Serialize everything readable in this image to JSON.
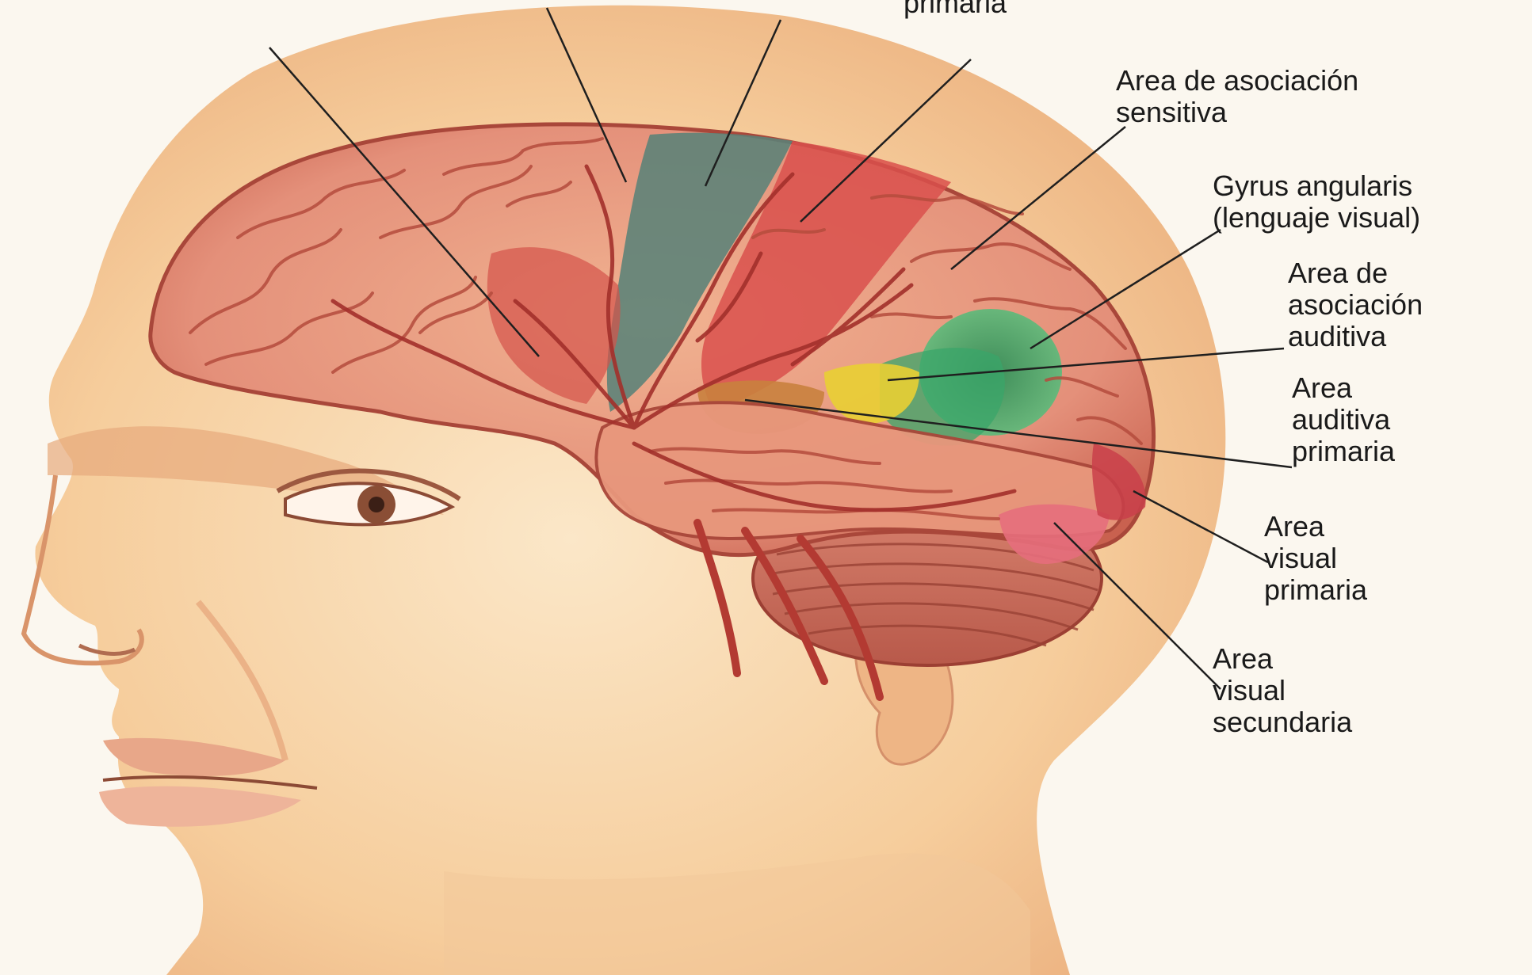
{
  "labels": [
    {
      "id": "area-motora-primaria-partial",
      "lines": [
        "primaria"
      ]
    },
    {
      "id": "area-asociacion-sensitiva",
      "lines": [
        "Area de asociación",
        "sensitiva"
      ]
    },
    {
      "id": "gyrus-angularis",
      "lines": [
        "Gyrus angularis",
        "(lenguaje visual)"
      ]
    },
    {
      "id": "area-asociacion-auditiva",
      "lines": [
        "Area de",
        "asociación",
        "auditiva"
      ]
    },
    {
      "id": "area-auditiva-primaria",
      "lines": [
        "Area",
        "auditiva",
        "primaria"
      ]
    },
    {
      "id": "area-visual-primaria",
      "lines": [
        "Area",
        "visual",
        "primaria"
      ]
    },
    {
      "id": "area-visual-secundaria",
      "lines": [
        "Area",
        "visual",
        "secundaria"
      ]
    }
  ],
  "colors": {
    "background": "#fbf7ef",
    "skin_light": "#f9dcb5",
    "skin_mid": "#f3c08e",
    "skin_shadow": "#e3a173",
    "brain_gyri": "#e99a7c",
    "brain_sulci": "#b5453a",
    "motor_strip": "#4f7d73",
    "sensory_strip": "#d94f4f",
    "angular_green": "#2fa060",
    "auditory_yellow": "#e8c832",
    "auditory_orange": "#c97b3c",
    "cerebellum": "#c9705b",
    "visual_secondary": "#e86a78",
    "vessel": "#a5352f",
    "leader_line": "#1f1f1f",
    "label_text": "#1a1a1a"
  }
}
